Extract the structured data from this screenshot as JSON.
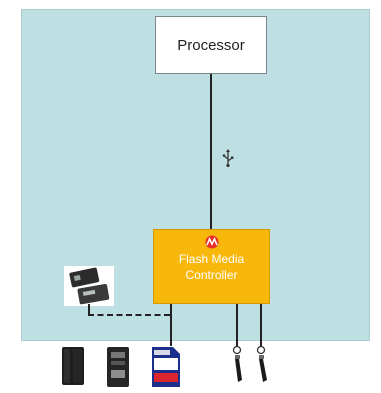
{
  "processor": {
    "label": "Processor"
  },
  "controller": {
    "line1": "Flash Media",
    "line2": "Controller",
    "logo": "microchip-logo"
  },
  "icons": {
    "usb": "usb-icon",
    "smart_cards": "smart-card-icon",
    "compact_flash": "compact-flash-icon",
    "memory_stick": "memory-stick-icon",
    "sd_card": "sd-card-icon",
    "flash_drive_1": "usb-flash-drive-icon",
    "flash_drive_2": "usb-flash-drive-icon"
  },
  "colors": {
    "board": "#bfe0e3",
    "controller": "#f8b80b",
    "processor": "#ffffff"
  }
}
